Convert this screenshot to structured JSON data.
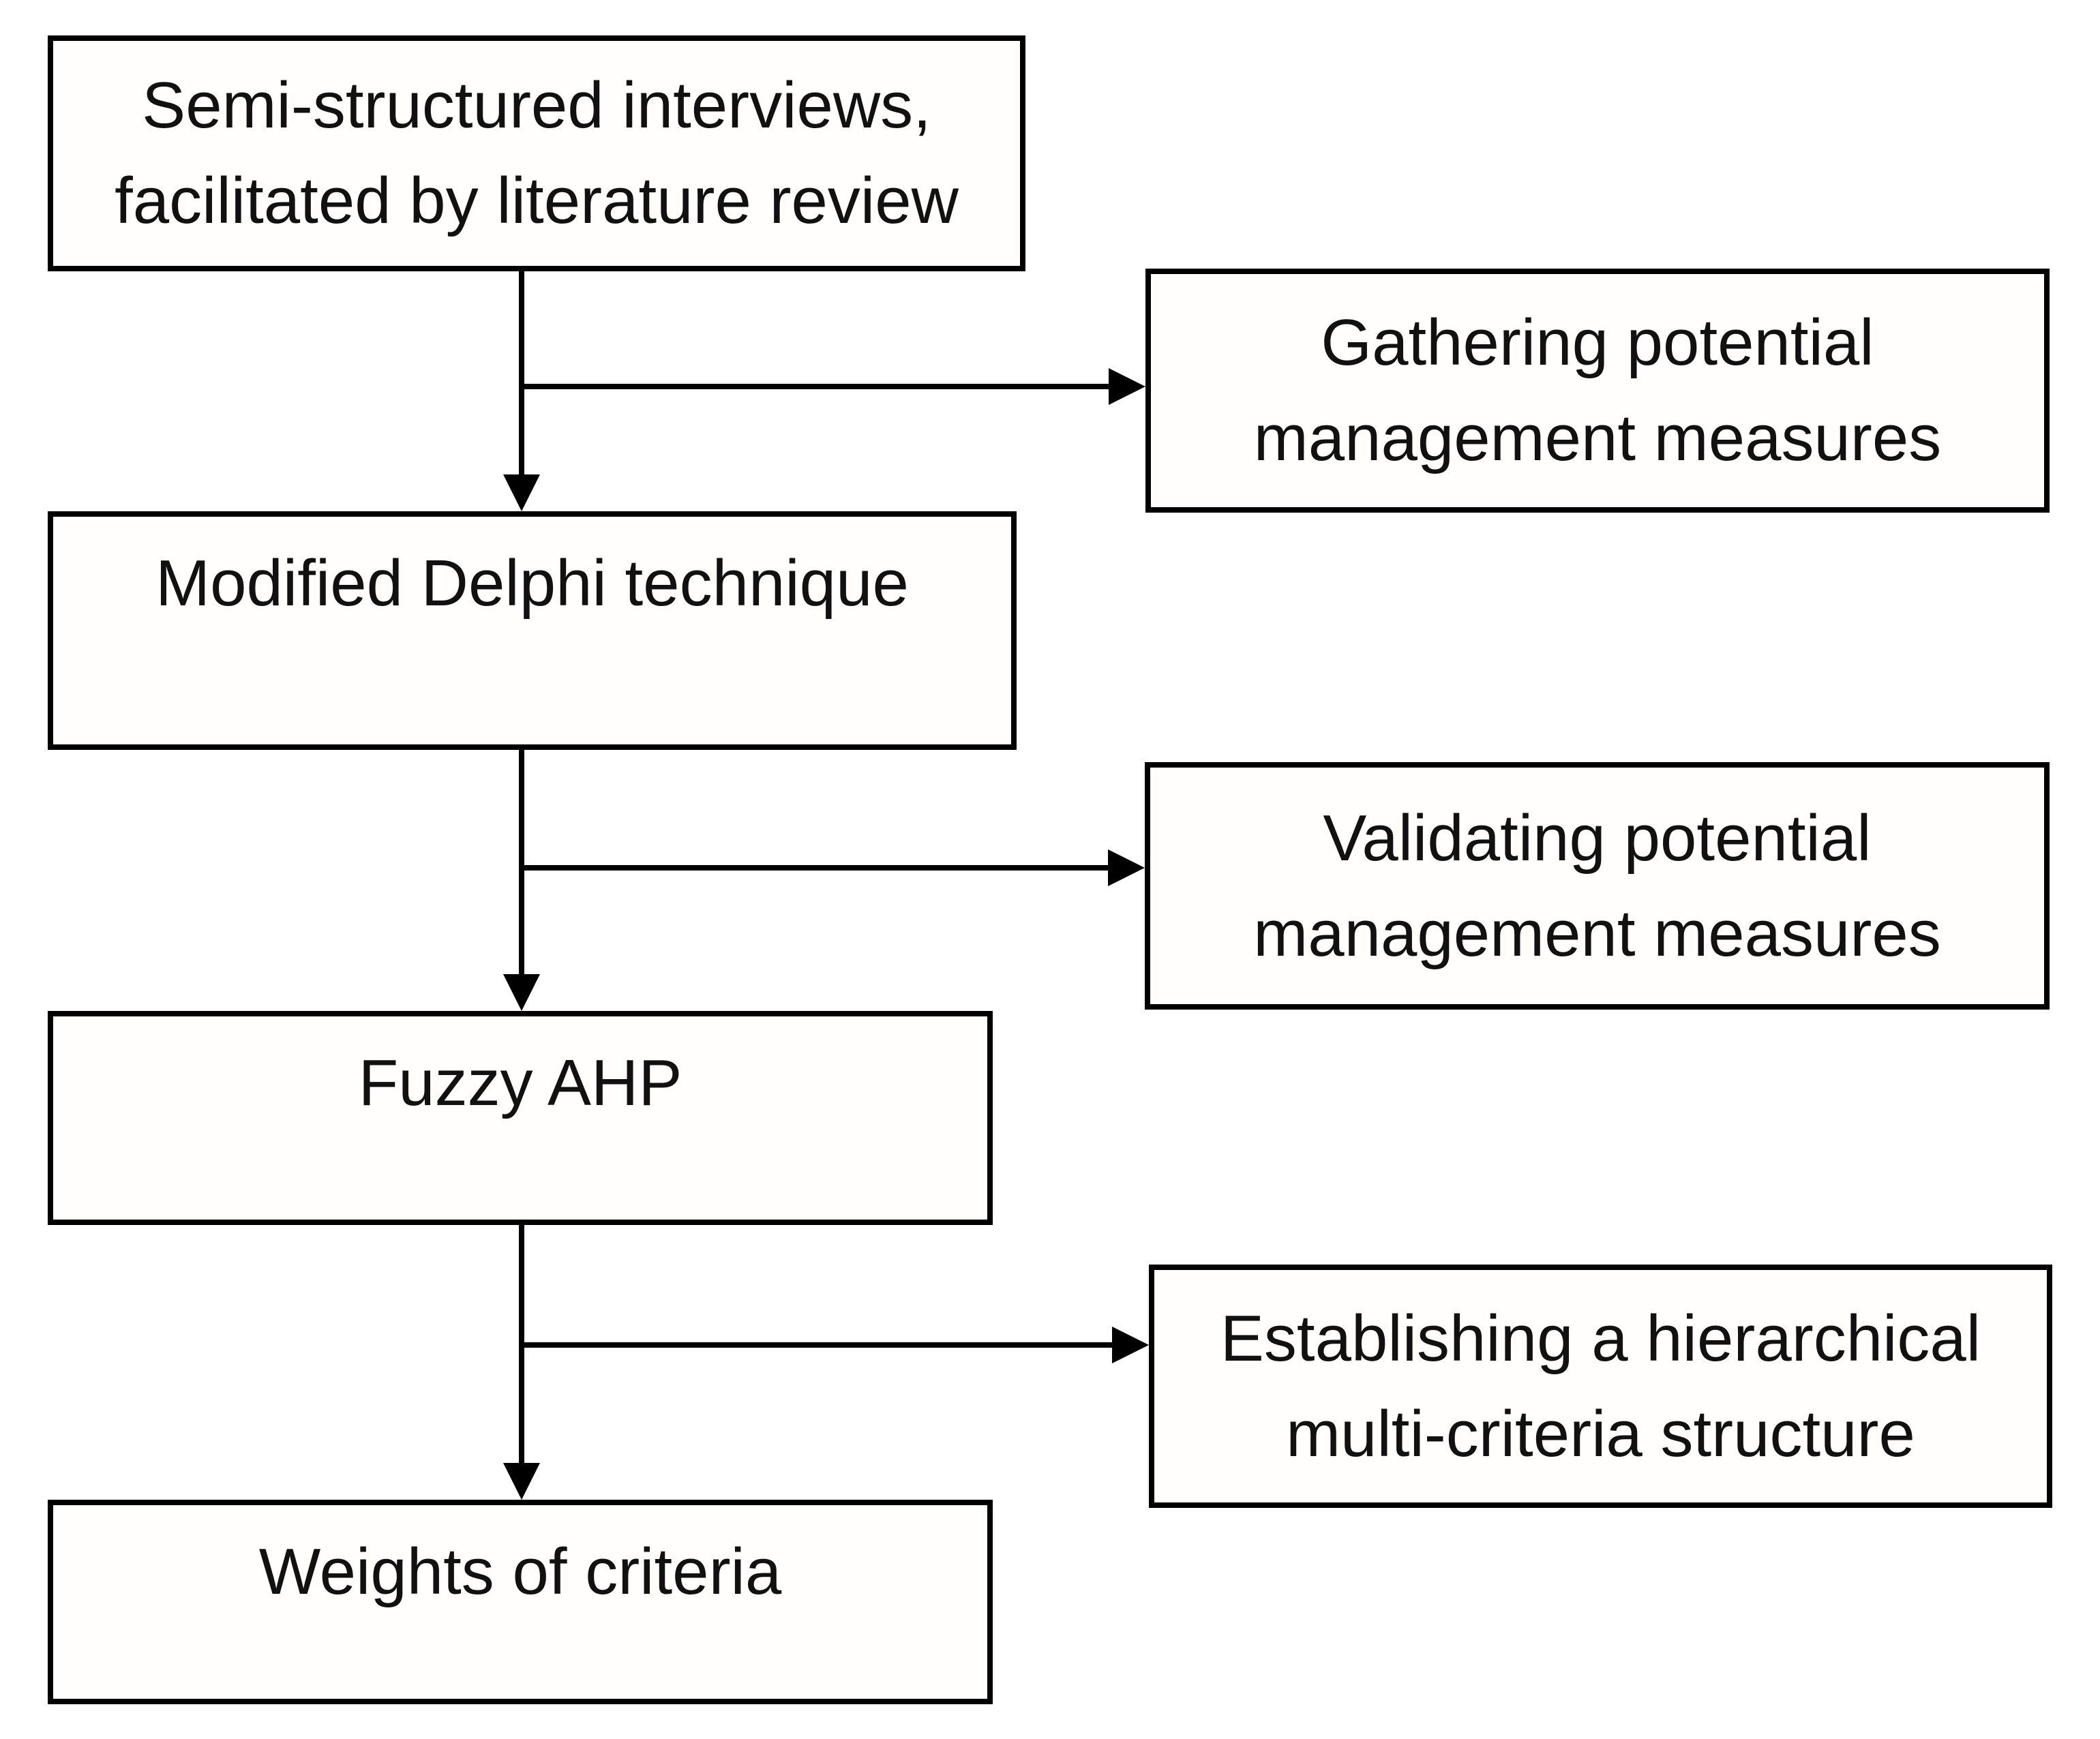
{
  "colors": {
    "background": "#ffffff",
    "box_fill": "#fffefd",
    "border": "#000000",
    "text": "#111111",
    "arrow": "#000000"
  },
  "boxes": {
    "interviews": {
      "lines": [
        "Semi-structured interviews,",
        "facilitated by literature review"
      ]
    },
    "delphi": {
      "label": "Modified Delphi technique"
    },
    "fuzzy_ahp": {
      "label": "Fuzzy AHP"
    },
    "weights": {
      "label": "Weights of criteria"
    },
    "gathering": {
      "lines": [
        "Gathering potential",
        "management measures"
      ]
    },
    "validating": {
      "lines": [
        "Validating potential",
        "management measures"
      ]
    },
    "establishing": {
      "lines": [
        "Establishing a hierarchical",
        "multi-criteria structure"
      ]
    }
  }
}
